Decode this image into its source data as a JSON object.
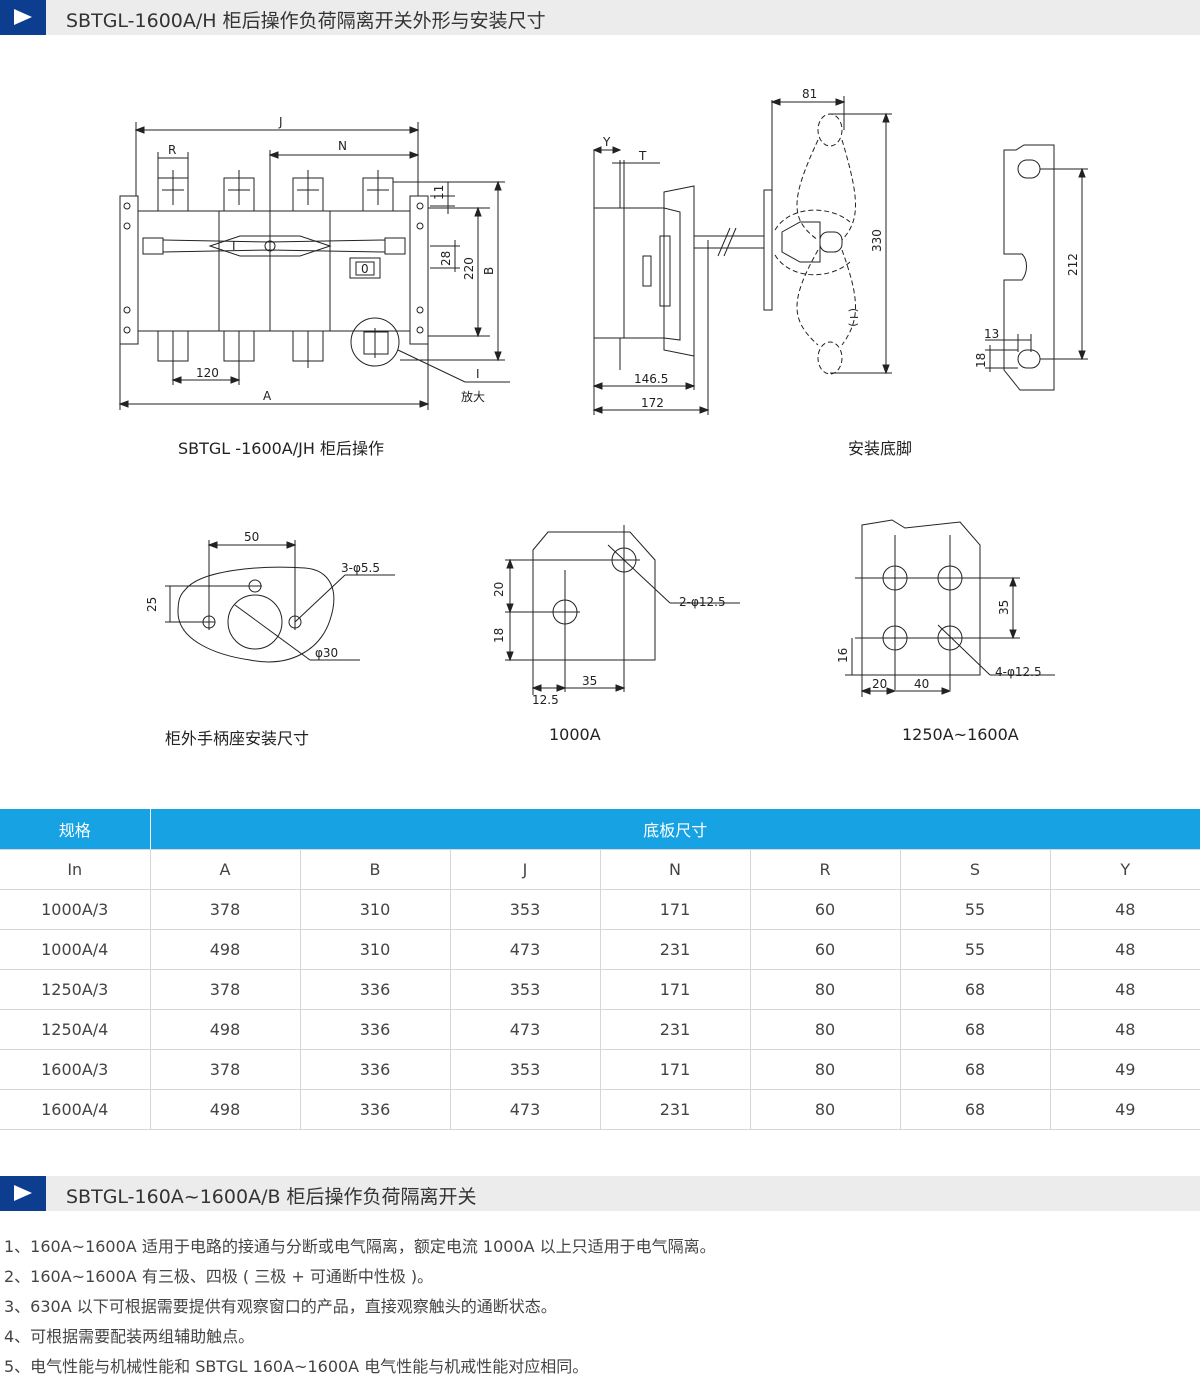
{
  "section1": {
    "title": "SBTGL-1600A/H 柜后操作负荷隔离开关外形与安装尺寸"
  },
  "drawing_labels": {
    "J": "J",
    "R": "R",
    "N": "N",
    "d11": "11",
    "d28": "28",
    "d220": "220",
    "B": "B",
    "I_mark": "I",
    "O_mark": "0",
    "d120": "120",
    "A": "A",
    "I_zoom": "I",
    "zoom": "放大",
    "Y": "Y",
    "T": "T",
    "d146": "146.5",
    "d172": "172",
    "d81": "81",
    "d330": "330",
    "d212": "212",
    "d13": "13",
    "d18": "18",
    "d50": "50",
    "d25": "25",
    "hole55": "3-φ5.5",
    "phi30": "φ30",
    "d20": "20",
    "d18b": "18",
    "hole125": "2-φ12.5",
    "d35": "35",
    "d125": "12.5",
    "d35b": "35",
    "d16": "16",
    "d20b": "20",
    "d40": "40",
    "hole125b": "4-φ12.5"
  },
  "captions": {
    "front": "SBTGL -1600A/JH 柜后操作",
    "mount": "安装底脚",
    "handle": "柜外手柄座安装尺寸",
    "a1000": "1000A",
    "a1250": "1250A~1600A"
  },
  "table": {
    "header_spec": "规格",
    "header_base": "底板尺寸",
    "columns": [
      "In",
      "A",
      "B",
      "J",
      "N",
      "R",
      "S",
      "Y"
    ],
    "rows": [
      [
        "1000A/3",
        "378",
        "310",
        "353",
        "171",
        "60",
        "55",
        "48"
      ],
      [
        "1000A/4",
        "498",
        "310",
        "473",
        "231",
        "60",
        "55",
        "48"
      ],
      [
        "1250A/3",
        "378",
        "336",
        "353",
        "171",
        "80",
        "68",
        "48"
      ],
      [
        "1250A/4",
        "498",
        "336",
        "473",
        "231",
        "80",
        "68",
        "48"
      ],
      [
        "1600A/3",
        "378",
        "336",
        "353",
        "171",
        "80",
        "68",
        "49"
      ],
      [
        "1600A/4",
        "498",
        "336",
        "473",
        "231",
        "80",
        "68",
        "49"
      ]
    ]
  },
  "section2": {
    "title": "SBTGL-160A~1600A/B 柜后操作负荷隔离开关"
  },
  "notes": [
    "1、160A~1600A 适用于电路的接通与分断或电气隔离，额定电流 1000A 以上只适用于电气隔离。",
    "2、160A~1600A 有三极、四极 ( 三极 + 可通断中性极 )。",
    "3、630A 以下可根据需要提供有观察窗口的产品，直接观察触头的通断状态。",
    "4、可根据需要配装两组辅助触点。",
    "5、电气性能与机械性能和 SBTGL 160A~1600A 电气性能与机戒性能对应相同。"
  ],
  "colors": {
    "header_blue": "#17a3e3",
    "tri_navy": "#0c3d8f",
    "section_gray": "#ececec"
  }
}
